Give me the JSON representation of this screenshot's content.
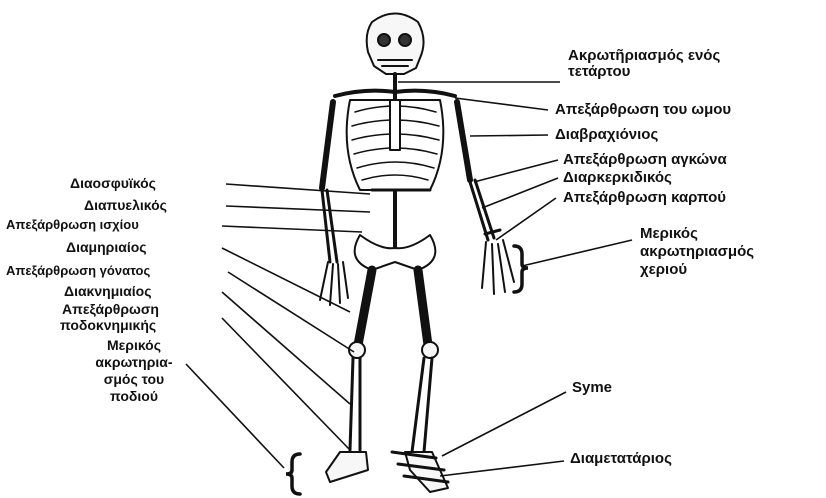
{
  "labels": {
    "finger_quarter": "Ακρωτῆριασμός ενός",
    "finger_quarter_2": "τετάρτου",
    "shoulder": "Απεξάρθρωση του ωμου",
    "transradial": "Διαβραχιόνιος",
    "elbow": "Απεξάρθρωση αγκώνα",
    "transcarpal": "Διαρκερκιδικός",
    "wrist": "Απεξάρθρωση καρπού",
    "partial_hand_1": "Μερικός",
    "partial_hand_2": "ακρωτηριασμός",
    "partial_hand_3": "χεριού",
    "transsacral": "Διαοσφυϊκός",
    "transpelvic": "Διαπυελικός",
    "hip": "Απεξάρθρωση ισχίου",
    "transfemoral": "Διαμηριαίος",
    "knee": "Απεξάρθρωση γόνατος",
    "transtibial": "Διακνημιαίος",
    "ankle_1": "Απεξάρθρωση",
    "ankle_2": "ποδοκνημικής",
    "partial_foot_1": "Μερικός",
    "partial_foot_2": "ακρωτηρια-",
    "partial_foot_3": "σμός του",
    "partial_foot_4": "ποδιού",
    "syme": "Syme",
    "transmetatarsal": "Διαμετατάριος"
  },
  "colors": {
    "ink": "#111111",
    "bone": "#f7f7f7",
    "background": "#ffffff"
  }
}
